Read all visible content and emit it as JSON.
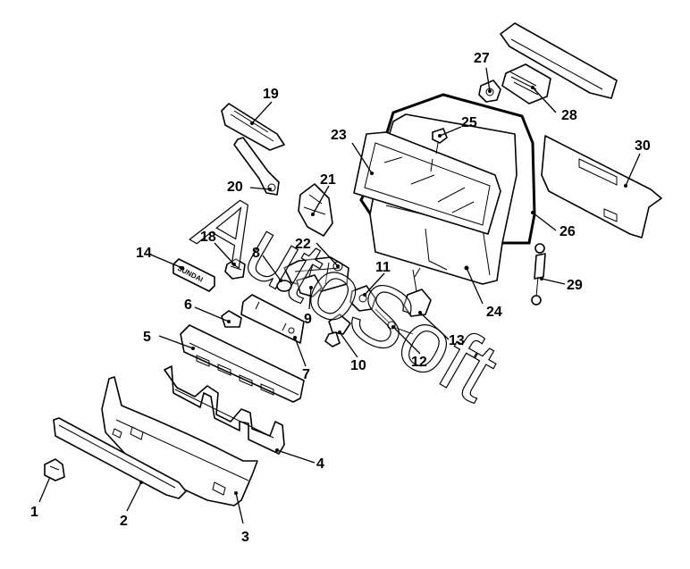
{
  "watermark": "AutoSoft",
  "callouts": [
    "1",
    "2",
    "3",
    "4",
    "5",
    "6",
    "7",
    "8",
    "9",
    "10",
    "11",
    "12",
    "13",
    "14",
    "18",
    "19",
    "20",
    "21",
    "22",
    "23",
    "24",
    "25",
    "26",
    "27",
    "28",
    "29",
    "30"
  ],
  "emblem_text": "SUNDAI"
}
